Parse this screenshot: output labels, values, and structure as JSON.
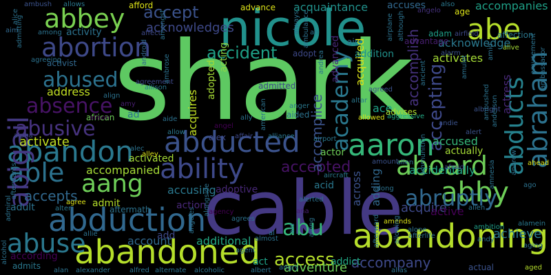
{
  "words": [
    {
      "text": "shark",
      "color": "#5ec962"
    },
    {
      "text": "cable",
      "color": "#443983"
    },
    {
      "text": "nicole",
      "color": "#21918c"
    },
    {
      "text": "abandoning",
      "color": "#b5de2b"
    },
    {
      "text": "abandoned",
      "color": "#b5de2b"
    },
    {
      "text": "abduction",
      "color": "#31688e"
    },
    {
      "text": "abducted",
      "color": "#3b528b"
    },
    {
      "text": "aaron",
      "color": "#35b779"
    },
    {
      "text": "abandon",
      "color": "#2a788e"
    },
    {
      "text": "ability",
      "color": "#3e4989"
    },
    {
      "text": "aboard",
      "color": "#6ece58"
    },
    {
      "text": "abby",
      "color": "#6ece58"
    },
    {
      "text": "abbey",
      "color": "#7ad151"
    },
    {
      "text": "abe",
      "color": "#b5de2b"
    },
    {
      "text": "aang",
      "color": "#6ece58"
    },
    {
      "text": "able",
      "color": "#2c728e"
    },
    {
      "text": "abuse",
      "color": "#2a788e"
    },
    {
      "text": "abortion",
      "color": "#3e4989"
    },
    {
      "text": "abigail",
      "color": "#443983"
    },
    {
      "text": "abraham",
      "color": "#2c728e"
    },
    {
      "text": "abducts",
      "color": "#26828e"
    },
    {
      "text": "abruptly",
      "color": "#31688e"
    },
    {
      "text": "abu",
      "color": "#35b779"
    },
    {
      "text": "accept",
      "color": "#3b528b"
    },
    {
      "text": "absence",
      "color": "#471365"
    },
    {
      "text": "abused",
      "color": "#2c728e"
    },
    {
      "text": "abusive",
      "color": "#46327e"
    },
    {
      "text": "academy",
      "color": "#2a788e"
    },
    {
      "text": "access",
      "color": "#b5de2b"
    },
    {
      "text": "accident",
      "color": "#1fa187"
    },
    {
      "text": "accepted",
      "color": "#471365"
    },
    {
      "text": "accepting",
      "color": "#3e4989"
    },
    {
      "text": "acknowledges",
      "color": "#3e4989"
    },
    {
      "text": "activate",
      "color": "#c2df23"
    },
    {
      "text": "accompanied",
      "color": "#a5db36"
    },
    {
      "text": "accepts",
      "color": "#31688e"
    },
    {
      "text": "accompany",
      "color": "#3e4989"
    },
    {
      "text": "accused",
      "color": "#35b779"
    },
    {
      "text": "accidentally",
      "color": "#20a486"
    },
    {
      "text": "accomplice",
      "color": "#3b528b"
    },
    {
      "text": "acquires",
      "color": "#c2df23"
    },
    {
      "text": "address",
      "color": "#c2df23"
    },
    {
      "text": "account",
      "color": "#31688e"
    },
    {
      "text": "additional",
      "color": "#22a884"
    },
    {
      "text": "adventure",
      "color": "#6ece58"
    },
    {
      "text": "achieve",
      "color": "#2a788e"
    },
    {
      "text": "actress",
      "color": "#482878"
    },
    {
      "text": "accomplish",
      "color": "#46327e"
    },
    {
      "text": "acknowledge",
      "color": "#2a788e"
    },
    {
      "text": "accompanies",
      "color": "#1fa187"
    },
    {
      "text": "activates",
      "color": "#a5db36"
    },
    {
      "text": "accuses",
      "color": "#31688e"
    },
    {
      "text": "acquaintance",
      "color": "#21918c"
    },
    {
      "text": "advance",
      "color": "#dde318"
    },
    {
      "text": "actually",
      "color": "#a5db36"
    },
    {
      "text": "acquire",
      "color": "#3e4989"
    },
    {
      "text": "acid",
      "color": "#2a788e"
    },
    {
      "text": "across",
      "color": "#3b528b"
    },
    {
      "text": "adding",
      "color": "#31688e"
    },
    {
      "text": "active",
      "color": "#440154"
    },
    {
      "text": "ace",
      "color": "#1fa187"
    },
    {
      "text": "act",
      "color": "#1fa187"
    },
    {
      "text": "activist",
      "color": "#31688e"
    },
    {
      "text": "activity",
      "color": "#2c728e"
    },
    {
      "text": "acquired",
      "color": "#dde318"
    },
    {
      "text": "accusing",
      "color": "#2a788e"
    },
    {
      "text": "action",
      "color": "#482878"
    },
    {
      "text": "admit",
      "color": "#b5de2b"
    },
    {
      "text": "adoptive",
      "color": "#482878"
    },
    {
      "text": "adopted",
      "color": "#a5db36"
    },
    {
      "text": "acting",
      "color": "#8fd744"
    },
    {
      "text": "actor",
      "color": "#6ece58"
    },
    {
      "text": "adult",
      "color": "#2c728e"
    },
    {
      "text": "addition",
      "color": "#21918c"
    },
    {
      "text": "adopt",
      "color": "#3e4989"
    },
    {
      "text": "admitted",
      "color": "#3e4989"
    },
    {
      "text": "advanced",
      "color": "#482878"
    },
    {
      "text": "advises",
      "color": "#b5de2b"
    },
    {
      "text": "activated",
      "color": "#a5db36"
    },
    {
      "text": "addict",
      "color": "#22a884"
    },
    {
      "text": "add",
      "color": "#3e4989"
    },
    {
      "text": "adam",
      "color": "#1f9e89"
    },
    {
      "text": "afford",
      "color": "#dde318"
    },
    {
      "text": "allows",
      "color": "#2a788e"
    },
    {
      "text": "ambush",
      "color": "#3b528b"
    },
    {
      "text": "affection",
      "color": "#2a788e"
    },
    {
      "text": "advantage",
      "color": "#481f70"
    },
    {
      "text": "airfield",
      "color": "#3e4989"
    },
    {
      "text": "alive",
      "color": "#a5db36"
    },
    {
      "text": "alarm",
      "color": "#3b528b"
    },
    {
      "text": "affect",
      "color": "#3e4989"
    },
    {
      "text": "among",
      "color": "#2c728e"
    },
    {
      "text": "android",
      "color": "#31688e"
    },
    {
      "text": "agreeing",
      "color": "#2c728e"
    },
    {
      "text": "agreement",
      "color": "#3e4989"
    },
    {
      "text": "allison",
      "color": "#2a788e"
    },
    {
      "text": "ah",
      "color": "#2c728e"
    },
    {
      "text": "air",
      "color": "#2c728e"
    },
    {
      "text": "aim",
      "color": "#31688e"
    },
    {
      "text": "also",
      "color": "#2a788e"
    },
    {
      "text": "age",
      "color": "#dde318"
    },
    {
      "text": "angelo",
      "color": "#46327e"
    },
    {
      "text": "african",
      "color": "#6ece58"
    },
    {
      "text": "alison",
      "color": "#440154"
    },
    {
      "text": "amy",
      "color": "#481f70"
    },
    {
      "text": "ad",
      "color": "#2c728e"
    },
    {
      "text": "aide",
      "color": "#2c728e"
    },
    {
      "text": "aided",
      "color": "#2c728e"
    },
    {
      "text": "anger",
      "color": "#2a788e"
    },
    {
      "text": "altar",
      "color": "#2a788e"
    },
    {
      "text": "agreed",
      "color": "#3b528b"
    },
    {
      "text": "andie",
      "color": "#3b528b"
    },
    {
      "text": "albright",
      "color": "#3b528b"
    },
    {
      "text": "alert",
      "color": "#3b528b"
    },
    {
      "text": "allowed",
      "color": "#dde318"
    },
    {
      "text": "aggressive",
      "color": "#22a884"
    },
    {
      "text": "alpha",
      "color": "#3e4989"
    },
    {
      "text": "alex",
      "color": "#3e4989"
    },
    {
      "text": "affair",
      "color": "#3e4989"
    },
    {
      "text": "alliance",
      "color": "#2a788e"
    },
    {
      "text": "airport",
      "color": "#2a788e"
    },
    {
      "text": "allow",
      "color": "#2a788e"
    },
    {
      "text": "ally",
      "color": "#2c728e"
    },
    {
      "text": "angel",
      "color": "#440154"
    },
    {
      "text": "alec",
      "color": "#2c728e"
    },
    {
      "text": "alley",
      "color": "#dde318"
    },
    {
      "text": "aircraft",
      "color": "#2a788e"
    },
    {
      "text": "amount",
      "color": "#3b528b"
    },
    {
      "text": "allen",
      "color": "#2c728e"
    },
    {
      "text": "afraid",
      "color": "#3e4989"
    },
    {
      "text": "ahead",
      "color": "#dde318"
    },
    {
      "text": "along",
      "color": "#2c728e"
    },
    {
      "text": "alerted",
      "color": "#2c728e"
    },
    {
      "text": "agree",
      "color": "#dde318"
    },
    {
      "text": "alter",
      "color": "#2a788e"
    },
    {
      "text": "aftermath",
      "color": "#2c728e"
    },
    {
      "text": "agency",
      "color": "#440154"
    },
    {
      "text": "agrees",
      "color": "#2c728e"
    },
    {
      "text": "ana",
      "color": "#481f70"
    },
    {
      "text": "alien",
      "color": "#2c728e"
    },
    {
      "text": "ambition",
      "color": "#1f9e89"
    },
    {
      "text": "alamein",
      "color": "#2a788e"
    },
    {
      "text": "amends",
      "color": "#dde318"
    },
    {
      "text": "alone",
      "color": "#2c728e"
    },
    {
      "text": "afterlife",
      "color": "#2c728e"
    },
    {
      "text": "allie",
      "color": "#2c728e"
    },
    {
      "text": "almost",
      "color": "#2c728e"
    },
    {
      "text": "al",
      "color": "#2c728e"
    },
    {
      "text": "andy",
      "color": "#2c728e"
    },
    {
      "text": "aging",
      "color": "#2c728e"
    },
    {
      "text": "aged",
      "color": "#b5de2b"
    },
    {
      "text": "according",
      "color": "#440154"
    },
    {
      "text": "admits",
      "color": "#2a788e"
    },
    {
      "text": "alan",
      "color": "#2c728e"
    },
    {
      "text": "alexander",
      "color": "#2c728e"
    },
    {
      "text": "alfred",
      "color": "#2c728e"
    },
    {
      "text": "alternate",
      "color": "#2c728e"
    },
    {
      "text": "alcoholic",
      "color": "#2c728e"
    },
    {
      "text": "agent",
      "color": "#2c728e"
    },
    {
      "text": "albert",
      "color": "#2c728e"
    },
    {
      "text": "angry",
      "color": "#2c728e"
    },
    {
      "text": "alias",
      "color": "#2c728e"
    },
    {
      "text": "actual",
      "color": "#3b528b"
    },
    {
      "text": "alcohol",
      "color": "#2c728e"
    },
    {
      "text": "admiral",
      "color": "#2c728e"
    },
    {
      "text": "afterwards",
      "color": "#2c728e"
    },
    {
      "text": "alice",
      "color": "#2c728e"
    },
    {
      "text": "admitting",
      "color": "#2c728e"
    },
    {
      "text": "ambrose",
      "color": "#2c728e"
    },
    {
      "text": "always",
      "color": "#2c728e"
    },
    {
      "text": "ambulance",
      "color": "#2c728e"
    },
    {
      "text": "amongst",
      "color": "#2c728e"
    },
    {
      "text": "airplane",
      "color": "#2c728e"
    },
    {
      "text": "although",
      "color": "#2c728e"
    },
    {
      "text": "andrea",
      "color": "#2c728e"
    },
    {
      "text": "ancient",
      "color": "#2c728e"
    },
    {
      "text": "amusement",
      "color": "#2c728e"
    },
    {
      "text": "ambassador",
      "color": "#2c728e"
    },
    {
      "text": "amid",
      "color": "#2c728e"
    },
    {
      "text": "amulet",
      "color": "#2c728e"
    },
    {
      "text": "ambushed",
      "color": "#2c728e"
    },
    {
      "text": "anderson",
      "color": "#2c728e"
    },
    {
      "text": "american",
      "color": "#2c728e"
    },
    {
      "text": "ammunition",
      "color": "#2c728e"
    },
    {
      "text": "andrew",
      "color": "#2c728e"
    },
    {
      "text": "amnesia",
      "color": "#2c728e"
    },
    {
      "text": "aid",
      "color": "#2c728e"
    },
    {
      "text": "airing",
      "color": "#2c728e"
    },
    {
      "text": "afterward",
      "color": "#2c728e"
    },
    {
      "text": "allowing",
      "color": "#2c728e"
    },
    {
      "text": "alongside",
      "color": "#2c728e"
    },
    {
      "text": "angeles",
      "color": "#2c728e"
    },
    {
      "text": "align",
      "color": "#2c728e"
    },
    {
      "text": "ago",
      "color": "#2c728e"
    }
  ]
}
